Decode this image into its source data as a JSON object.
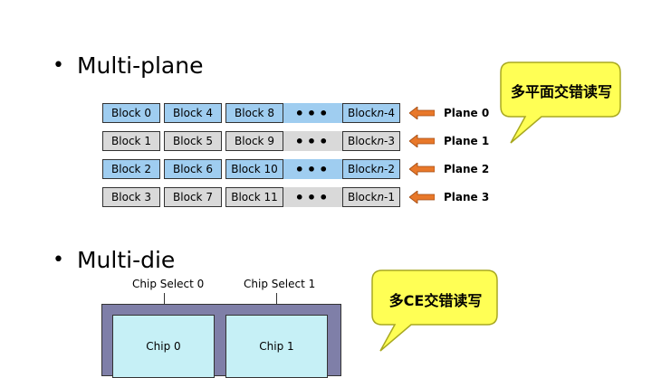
{
  "sections": {
    "multi_plane": "Multi-plane",
    "multi_die": "Multi-die"
  },
  "planes": [
    {
      "cells": [
        "Block 0",
        "Block 4",
        "Block 8",
        "•••",
        "Block n-4"
      ],
      "label": "Plane 0"
    },
    {
      "cells": [
        "Block 1",
        "Block 5",
        "Block 9",
        "•••",
        "Block n-3"
      ],
      "label": "Plane 1"
    },
    {
      "cells": [
        "Block 2",
        "Block 6",
        "Block 10",
        "•••",
        "Block n-2"
      ],
      "label": "Plane 2"
    },
    {
      "cells": [
        "Block 3",
        "Block 7",
        "Block 11",
        "•••",
        "Block n-1"
      ],
      "label": "Plane 3"
    }
  ],
  "callouts": {
    "plane_interleave": "多平面交错读写",
    "ce_interleave": "多CE交错读写"
  },
  "chips": {
    "select_0": "Chip Select 0",
    "select_1": "Chip Select 1",
    "chip_0": "Chip 0",
    "chip_1": "Chip 1"
  },
  "colors": {
    "blue_row": "#9fcdf0",
    "gray_row": "#d9d9d9",
    "arrow": "#e8782a",
    "callout_fill": "#ffff55",
    "die_frame": "#7f7fa8",
    "chip_fill": "#c6f0f6"
  }
}
